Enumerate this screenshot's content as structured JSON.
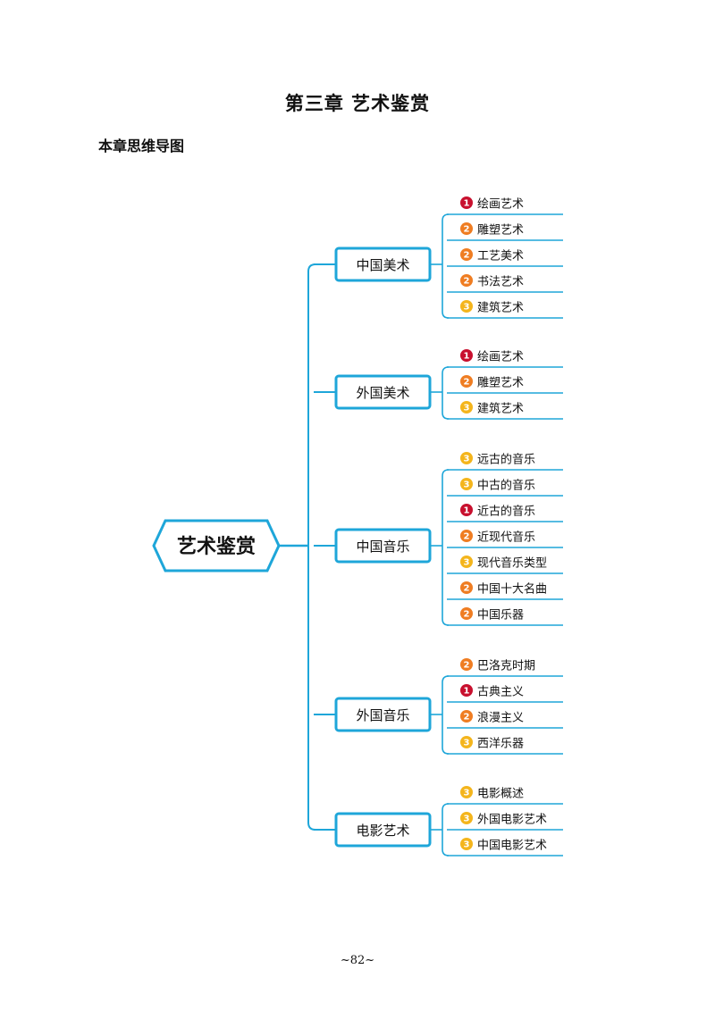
{
  "page": {
    "chapter_title": "第三章  艺术鉴赏",
    "section_title": "本章思维导图",
    "page_number": "~82~"
  },
  "colors": {
    "line": "#1ea6d9",
    "node_border": "#1ea6d9",
    "level_1": "#c8102e",
    "level_2": "#ef7d22",
    "level_3": "#f4b51c"
  },
  "mindmap": {
    "root": "艺术鉴赏",
    "branches": [
      {
        "label": "中国美术",
        "leaves": [
          {
            "label": "绘画艺术",
            "level": "1"
          },
          {
            "label": "雕塑艺术",
            "level": "2"
          },
          {
            "label": "工艺美术",
            "level": "2"
          },
          {
            "label": "书法艺术",
            "level": "2"
          },
          {
            "label": "建筑艺术",
            "level": "3"
          }
        ]
      },
      {
        "label": "外国美术",
        "leaves": [
          {
            "label": "绘画艺术",
            "level": "1"
          },
          {
            "label": "雕塑艺术",
            "level": "2"
          },
          {
            "label": "建筑艺术",
            "level": "3"
          }
        ]
      },
      {
        "label": "中国音乐",
        "leaves": [
          {
            "label": "远古的音乐",
            "level": "3"
          },
          {
            "label": "中古的音乐",
            "level": "3"
          },
          {
            "label": "近古的音乐",
            "level": "1"
          },
          {
            "label": "近现代音乐",
            "level": "2"
          },
          {
            "label": "现代音乐类型",
            "level": "3"
          },
          {
            "label": "中国十大名曲",
            "level": "2"
          },
          {
            "label": "中国乐器",
            "level": "2"
          }
        ]
      },
      {
        "label": "外国音乐",
        "leaves": [
          {
            "label": "巴洛克时期",
            "level": "2"
          },
          {
            "label": "古典主义",
            "level": "1"
          },
          {
            "label": "浪漫主义",
            "level": "2"
          },
          {
            "label": "西洋乐器",
            "level": "3"
          }
        ]
      },
      {
        "label": "电影艺术",
        "leaves": [
          {
            "label": "电影概述",
            "level": "3"
          },
          {
            "label": "外国电影艺术",
            "level": "3"
          },
          {
            "label": "中国电影艺术",
            "level": "3"
          }
        ]
      }
    ]
  }
}
